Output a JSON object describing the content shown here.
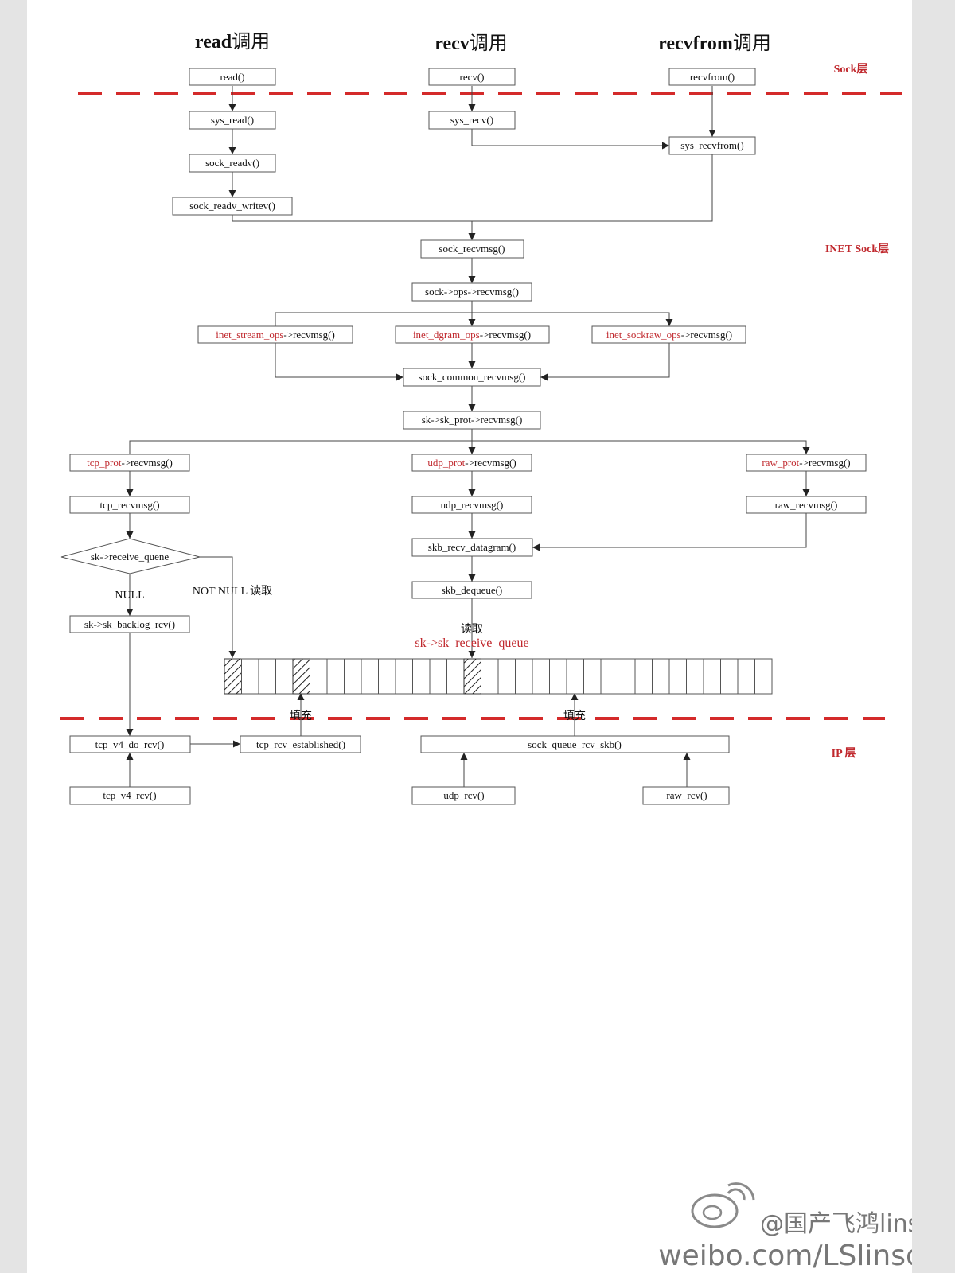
{
  "headers": {
    "read": {
      "bold": "read",
      "suffix": "调用"
    },
    "recv": {
      "bold": "recv",
      "suffix": "调用"
    },
    "recvfrom": {
      "bold": "recvfrom",
      "suffix": "调用"
    }
  },
  "layers": {
    "sock": "Sock层",
    "inet": "INET Sock层",
    "ip": "IP 层"
  },
  "nodes": {
    "read": {
      "text": "read()"
    },
    "recv": {
      "text": "recv()"
    },
    "recvfrom": {
      "text": "recvfrom()"
    },
    "sys_read": {
      "text": "sys_read()"
    },
    "sys_recv": {
      "text": "sys_recv()"
    },
    "sys_recvfrom": {
      "text": "sys_recvfrom()"
    },
    "sock_readv": {
      "text": "sock_readv()"
    },
    "sock_readv_writev": {
      "text": "sock_readv_writev()"
    },
    "sock_recvmsg": {
      "text": "sock_recvmsg()"
    },
    "sock_ops_recvmsg": {
      "text": "sock->ops->recvmsg()"
    },
    "inet_stream": {
      "red": "inet_stream_ops",
      "text": "->recvmsg()"
    },
    "inet_dgram": {
      "red": "inet_dgram_ops",
      "text": "->recvmsg()"
    },
    "inet_sockraw": {
      "red": "inet_sockraw_ops",
      "text": "->recvmsg()"
    },
    "sock_common_recvmsg": {
      "text": "sock_common_recvmsg()"
    },
    "sk_prot_recvmsg": {
      "text": "sk->sk_prot->recvmsg()"
    },
    "tcp_prot": {
      "red": "tcp_prot",
      "text": "->recvmsg()"
    },
    "udp_prot": {
      "red": "udp_prot",
      "text": "->recvmsg()"
    },
    "raw_prot": {
      "red": "raw_prot",
      "text": "->recvmsg()"
    },
    "tcp_recvmsg": {
      "text": "tcp_recvmsg()"
    },
    "udp_recvmsg": {
      "text": "udp_recvmsg()"
    },
    "raw_recvmsg": {
      "text": "raw_recvmsg()"
    },
    "receive_quene": {
      "text": "sk->receive_quene"
    },
    "skb_recv_datagram": {
      "text": "skb_recv_datagram()"
    },
    "skb_dequeue": {
      "text": "skb_dequeue()"
    },
    "sk_backlog_rcv": {
      "text": "sk->sk_backlog_rcv()"
    },
    "tcp_v4_do_rcv": {
      "text": "tcp_v4_do_rcv()"
    },
    "tcp_rcv_established": {
      "text": "tcp_rcv_established()"
    },
    "sock_queue_rcv_skb": {
      "text": "sock_queue_rcv_skb()"
    },
    "tcp_v4_rcv": {
      "text": "tcp_v4_rcv()"
    },
    "udp_rcv": {
      "text": "udp_rcv()"
    },
    "raw_rcv": {
      "text": "raw_rcv()"
    }
  },
  "edge_labels": {
    "null": "NULL",
    "not_null": "NOT  NULL  读取",
    "read_queue": "读取",
    "fill_left": "填充",
    "fill_right": "填充"
  },
  "queue": {
    "label": "sk->sk_receive_queue",
    "cell_count": 32,
    "hatched_cells": [
      0,
      4,
      14
    ]
  },
  "watermark": {
    "handle": "@国产飞鸿linso",
    "url": "weibo.com/LSlinso"
  }
}
